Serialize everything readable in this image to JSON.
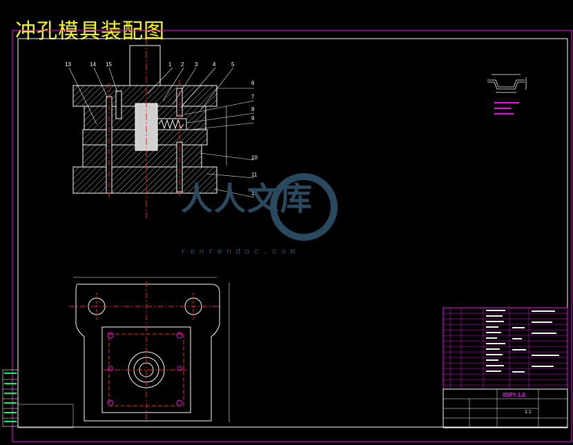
{
  "drawing": {
    "title": "冲孔模具装配图",
    "part_labels": [
      "1",
      "2",
      "3",
      "4",
      "5",
      "6",
      "7",
      "8",
      "9",
      "10",
      "11",
      "12",
      "13",
      "14",
      "15"
    ],
    "drawing_no": "05PY-1.8",
    "scale": "1:1",
    "watermark_text": "人人文库",
    "watermark_url": "renrendoc.com"
  },
  "colors": {
    "background": "#000000",
    "border": "#ff00ff",
    "title": "#ffff00",
    "centerline": "#ff2020",
    "outline": "#ffffff",
    "hatch": "#c0c0c0",
    "watermark": "#294a5e"
  }
}
